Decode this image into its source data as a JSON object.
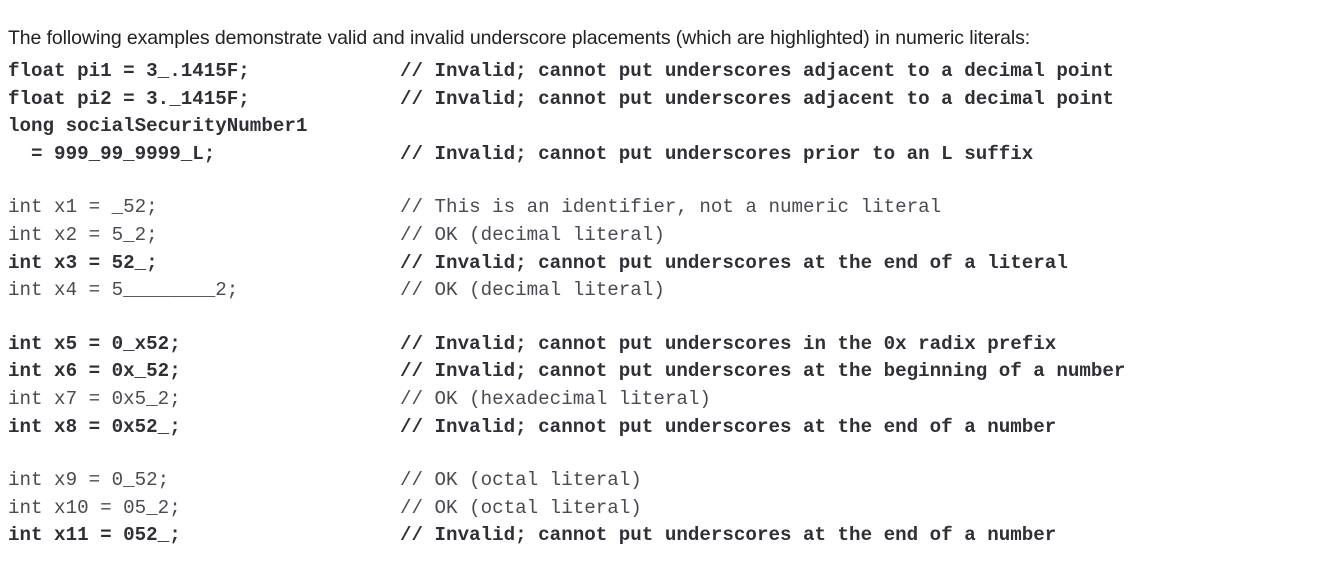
{
  "intro": {
    "text": "The following examples demonstrate valid and invalid underscore placements (which are highlighted) in numeric literals:"
  },
  "colors": {
    "text": "#3b3b42",
    "highlight_text": "#2f2f36",
    "background": "#ffffff",
    "intro_text": "#222226"
  },
  "code_blocks": [
    {
      "id": "float-and-long-block",
      "lines": [
        {
          "code": "float pi1 = 3_.1415F;",
          "comment": "// Invalid; cannot put underscores adjacent to a decimal point",
          "highlighted": true
        },
        {
          "code": "float pi2 = 3._1415F;",
          "comment": "// Invalid; cannot put underscores adjacent to a decimal point",
          "highlighted": true
        },
        {
          "code": "long socialSecurityNumber1",
          "comment": "",
          "highlighted": true
        },
        {
          "code": "  = 999_99_9999_L;",
          "comment": "// Invalid; cannot put underscores prior to an L suffix",
          "highlighted": true
        }
      ]
    },
    {
      "id": "decimal-block",
      "lines": [
        {
          "code": "int x1 = _52;",
          "comment": "// This is an identifier, not a numeric literal",
          "highlighted": false
        },
        {
          "code": "int x2 = 5_2;",
          "comment": "// OK (decimal literal)",
          "highlighted": false
        },
        {
          "code": "int x3 = 52_;",
          "comment": "// Invalid; cannot put underscores at the end of a literal",
          "highlighted": true
        },
        {
          "code": "int x4 = 5________2;",
          "comment": "// OK (decimal literal)",
          "highlighted": false
        }
      ]
    },
    {
      "id": "hexadecimal-block",
      "lines": [
        {
          "code": "int x5 = 0_x52;",
          "comment": "// Invalid; cannot put underscores in the 0x radix prefix",
          "highlighted": true
        },
        {
          "code": "int x6 = 0x_52;",
          "comment": "// Invalid; cannot put underscores at the beginning of a number",
          "highlighted": true
        },
        {
          "code": "int x7 = 0x5_2;",
          "comment": "// OK (hexadecimal literal)",
          "highlighted": false
        },
        {
          "code": "int x8 = 0x52_;",
          "comment": "// Invalid; cannot put underscores at the end of a number",
          "highlighted": true
        }
      ]
    },
    {
      "id": "octal-block",
      "lines": [
        {
          "code": "int x9 = 0_52;",
          "comment": "// OK (octal literal)",
          "highlighted": false
        },
        {
          "code": "int x10 = 05_2;",
          "comment": "// OK (octal literal)",
          "highlighted": false
        },
        {
          "code": "int x11 = 052_;",
          "comment": "// Invalid; cannot put underscores at the end of a number",
          "highlighted": true
        }
      ]
    }
  ]
}
